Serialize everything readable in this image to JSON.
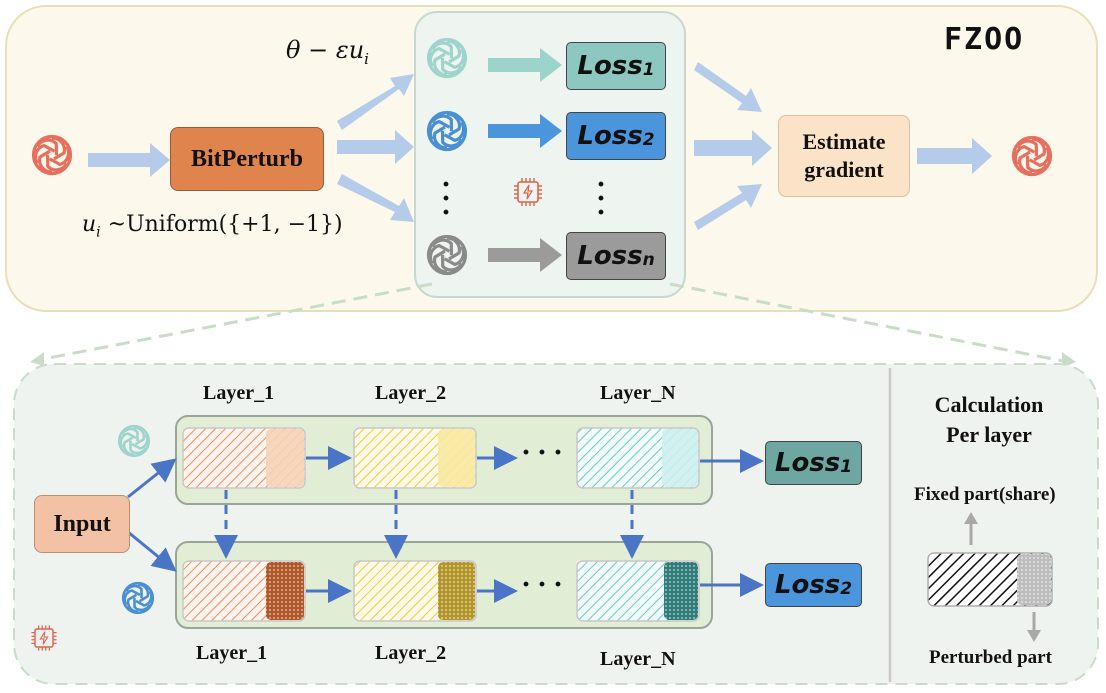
{
  "title_logo": "FZOO",
  "top": {
    "perturb_formula": "θ − εu",
    "perturb_subscript": "i",
    "dist_var": "u",
    "dist_sub": "i",
    "dist_text": " ~Uniform({+1, −1})",
    "bitperturb_label": "BitPerturb",
    "estimate_label_1": "Estimate",
    "estimate_label_2": "gradient",
    "loss_word": "Loss",
    "loss_1_sub": "1",
    "loss_2_sub": "2",
    "loss_n_sub": "n",
    "vdots": "·\n·\n·"
  },
  "bottom": {
    "layer_1": "Layer_1",
    "layer_2": "Layer_2",
    "layer_n": "Layer_N",
    "input_label": "Input",
    "loss_word": "Loss",
    "loss_1_sub": "1",
    "loss_2_sub": "2",
    "hdots": "···",
    "calc_title_1": "Calculation",
    "calc_title_2": "Per layer",
    "fixed_part": "Fixed part(share)",
    "perturbed_part": "Perturbed part"
  },
  "colors": {
    "top_panel_bg": "#fcf8ec",
    "bottom_panel_bg": "#eff3ef",
    "bitperturb": "#e0844e",
    "estimate": "#fbe3c7",
    "input": "#f3c2a4",
    "loss_1": "#8cc8c0",
    "loss_2": "#4a95dc",
    "loss_n": "#9b9b9b",
    "arrow_light": "#b4cbe9",
    "arrow_dark": "#4a74c6",
    "logo_red": "#e66f5e",
    "logo_teal": "#9fd4cc",
    "logo_blue": "#4a8fd0",
    "logo_gray": "#8a8a8a"
  }
}
